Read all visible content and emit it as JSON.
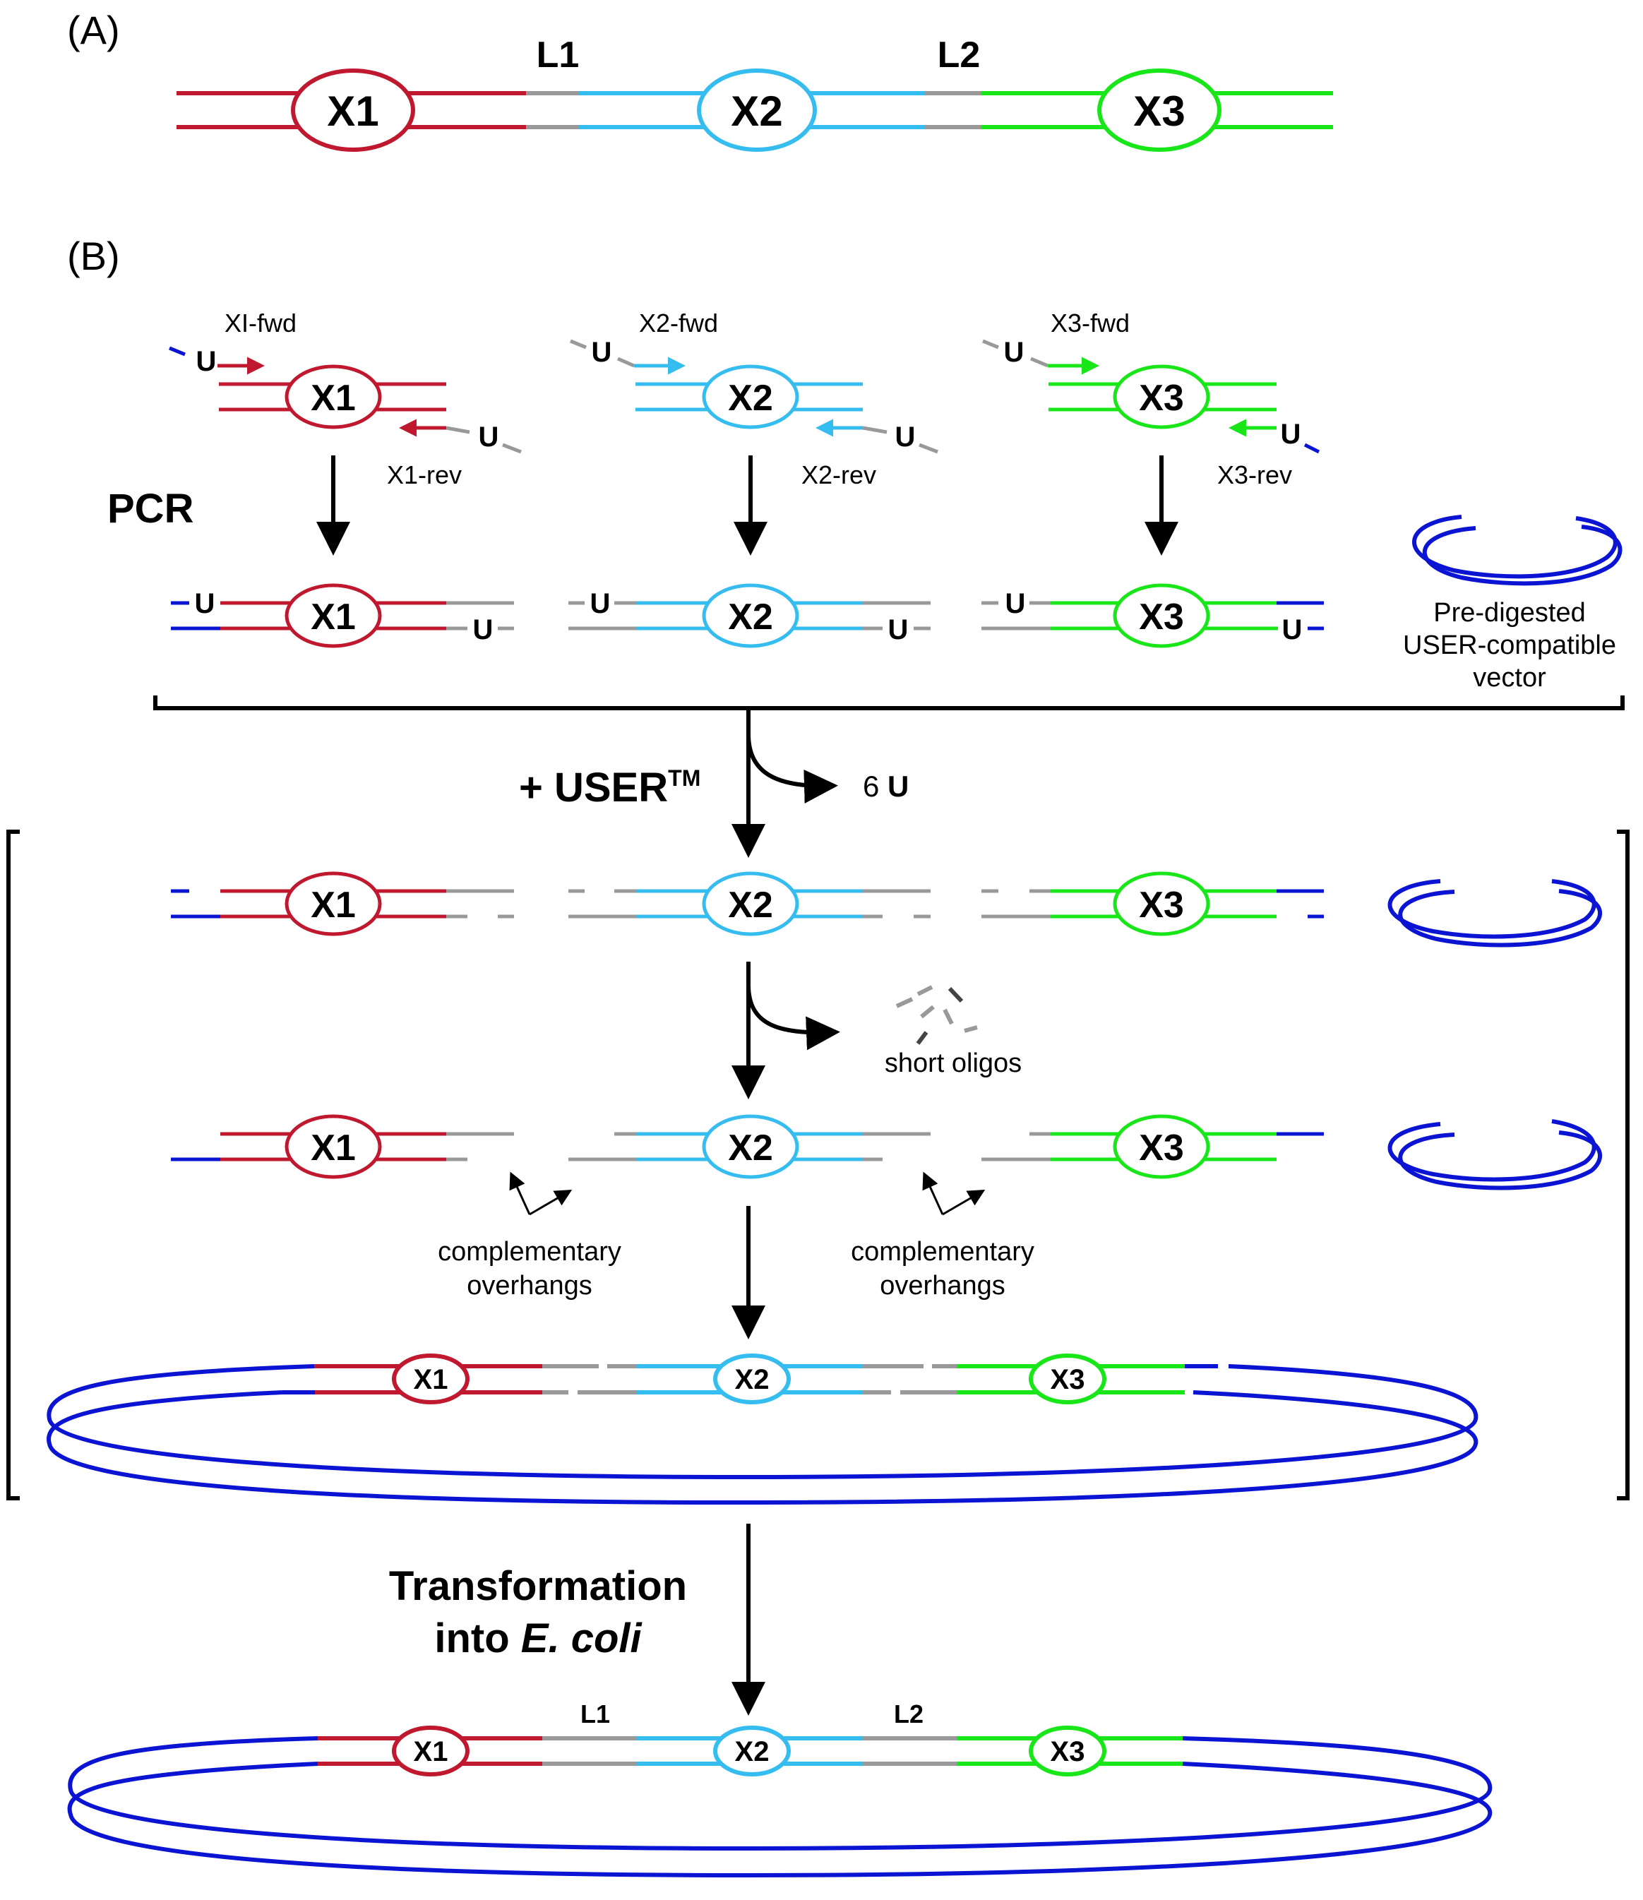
{
  "panels": {
    "a": "(A)",
    "b": "(B)"
  },
  "genes": [
    "X1",
    "X2",
    "X3"
  ],
  "linkers": [
    "L1",
    "L2"
  ],
  "primers": {
    "x1_fwd": "XI-fwd",
    "x1_rev": "X1-rev",
    "x2_fwd": "X2-fwd",
    "x2_rev": "X2-rev",
    "x3_fwd": "X3-fwd",
    "x3_rev": "X3-rev"
  },
  "uracil": "U",
  "steps": {
    "pcr": "PCR",
    "user_prefix": "+ USER",
    "user_tm": "TM",
    "released_count": "6",
    "released_base": "U",
    "transformation_line1": "Transformation",
    "transformation_line2_prefix": "into ",
    "transformation_line2_species": "E. coli"
  },
  "vector": {
    "line1": "Pre-digested",
    "line2": "USER-compatible",
    "line3": "vector"
  },
  "notes": {
    "short_oligos": "short oligos",
    "complementary_1": "complementary",
    "overhangs_1": "overhangs",
    "complementary_2": "complementary",
    "overhangs_2": "overhangs"
  },
  "colors": {
    "x1": "#c0182e",
    "x2": "#36bdf0",
    "x3": "#19e619",
    "linker": "#999999",
    "vector": "#0a14d2",
    "arrow": "#000000"
  }
}
